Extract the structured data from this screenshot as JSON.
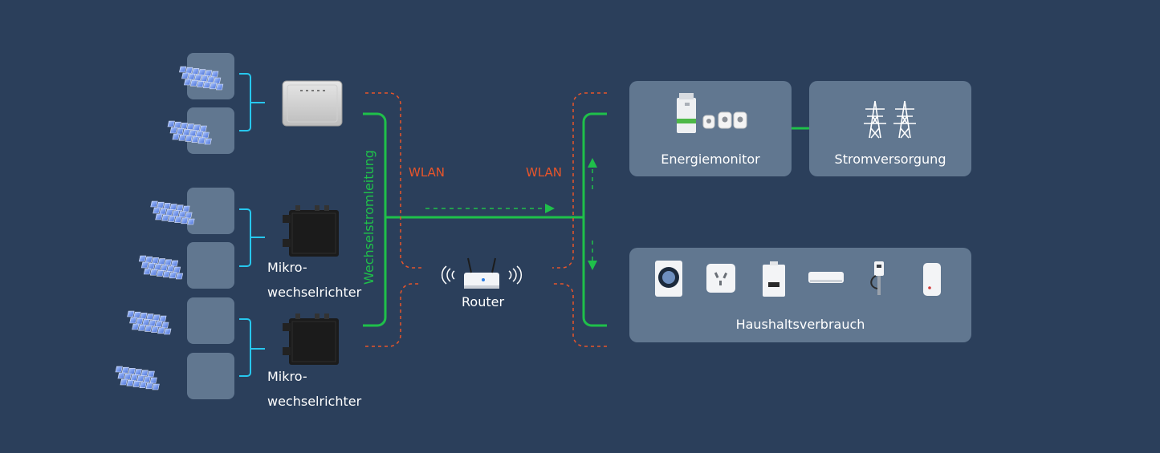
{
  "colors": {
    "background": "#2b3f5b",
    "panel": "#617790",
    "ac_line": "#1fc04a",
    "wlan": "#e8552a",
    "bracket": "#27c7ee"
  },
  "labels": {
    "micro_inverter_1": "Mikro-\nwechselrichter",
    "micro_inverter_2": "Mikro-\nwechselrichter",
    "ac_line": "Wechselstromleitung",
    "wlan_left": "WLAN",
    "wlan_right": "WLAN",
    "router": "Router",
    "energy_monitor": "Energiemonitor",
    "power_supply": "Stromversorgung",
    "household": "Haushaltsverbrauch"
  },
  "icons": {
    "solar_panels": [
      "solar-panel-icon",
      "solar-panel-icon",
      "solar-panel-icon",
      "solar-panel-icon",
      "solar-panel-icon",
      "solar-panel-icon"
    ],
    "inverters": [
      "string-inverter-icon",
      "micro-inverter-icon",
      "micro-inverter-icon"
    ],
    "appliances": [
      "washing-machine-icon",
      "power-socket-icon",
      "boiler-icon",
      "air-conditioner-icon",
      "ev-charger-icon",
      "water-heater-icon"
    ],
    "energy_monitor": "energy-meter-icon",
    "power_supply": "power-tower-icon",
    "router": "router-icon"
  }
}
